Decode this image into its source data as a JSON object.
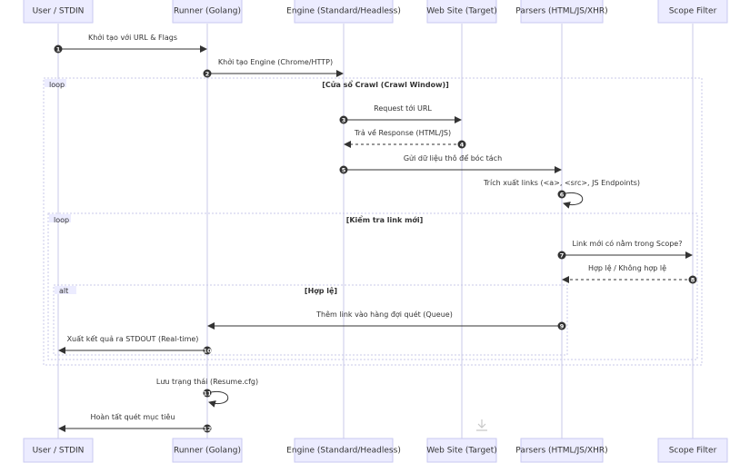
{
  "participants": [
    {
      "id": "user",
      "label": "User / STDIN"
    },
    {
      "id": "runner",
      "label": "Runner (Golang)"
    },
    {
      "id": "engine",
      "label": "Engine (Standard/Headless)"
    },
    {
      "id": "site",
      "label": "Web Site (Target)"
    },
    {
      "id": "parsers",
      "label": "Parsers (HTML/JS/XHR)"
    },
    {
      "id": "scope",
      "label": "Scope Filter"
    }
  ],
  "frames": [
    {
      "kind": "loop",
      "condition": "[Cửa sổ Crawl (Crawl Window)]"
    },
    {
      "kind": "loop",
      "condition": "[Kiểm tra link mới]"
    },
    {
      "kind": "alt",
      "condition": "[Hợp lệ]"
    }
  ],
  "messages": [
    {
      "n": "1",
      "from": "user",
      "to": "runner",
      "text": "Khởi tạo với URL & Flags",
      "style": "solid"
    },
    {
      "n": "2",
      "from": "runner",
      "to": "engine",
      "text": "Khởi tạo Engine (Chrome/HTTP)",
      "style": "solid"
    },
    {
      "n": "3",
      "from": "engine",
      "to": "site",
      "text": "Request tới URL",
      "style": "solid"
    },
    {
      "n": "4",
      "from": "site",
      "to": "engine",
      "text": "Trả về Response (HTML/JS)",
      "style": "dashed"
    },
    {
      "n": "5",
      "from": "engine",
      "to": "parsers",
      "text": "Gửi dữ liệu thô để bóc tách",
      "style": "solid"
    },
    {
      "n": "6",
      "from": "parsers",
      "to": "parsers",
      "text": "Trích xuất links (<a>, <src>, JS Endpoints)",
      "style": "solid"
    },
    {
      "n": "7",
      "from": "parsers",
      "to": "scope",
      "text": "Link mới có nằm trong Scope?",
      "style": "solid"
    },
    {
      "n": "8",
      "from": "scope",
      "to": "parsers",
      "text": "Hợp lệ / Không hợp lệ",
      "style": "dashed"
    },
    {
      "n": "9",
      "from": "parsers",
      "to": "runner",
      "text": "Thêm link vào hàng đợi quét (Queue)",
      "style": "solid"
    },
    {
      "n": "10",
      "from": "runner",
      "to": "user",
      "text": "Xuất kết quả ra STDOUT (Real-time)",
      "style": "solid"
    },
    {
      "n": "11",
      "from": "runner",
      "to": "runner",
      "text": "Lưu trạng thái (Resume.cfg)",
      "style": "solid"
    },
    {
      "n": "12",
      "from": "runner",
      "to": "user",
      "text": "Hoàn tất quét mục tiêu",
      "style": "solid"
    }
  ]
}
